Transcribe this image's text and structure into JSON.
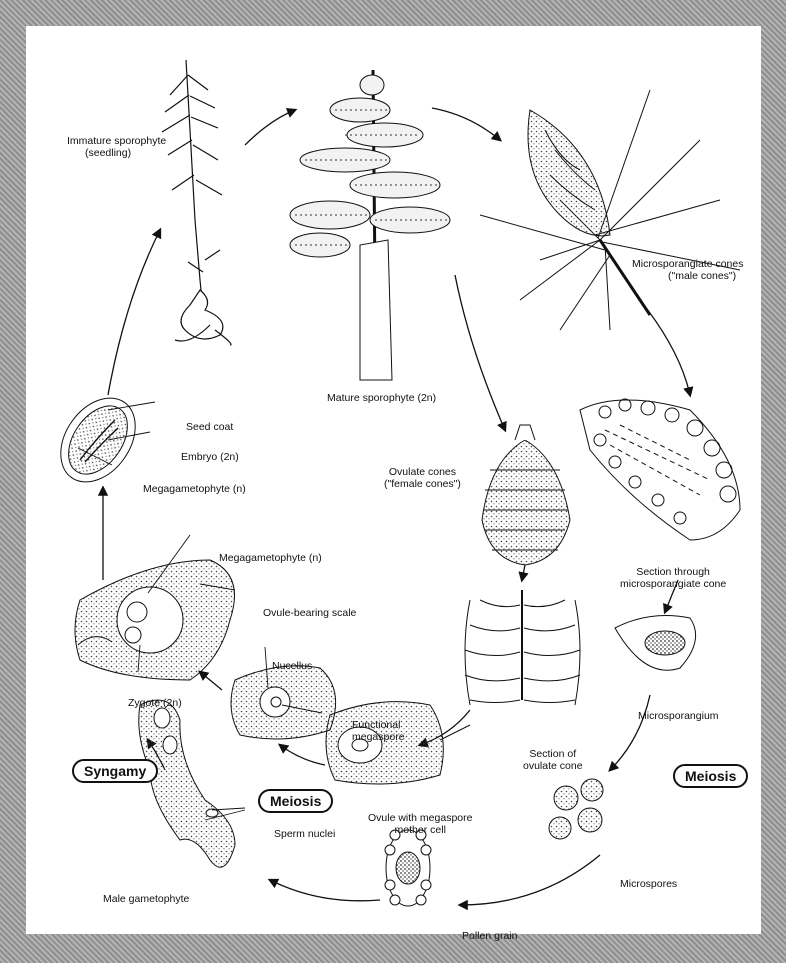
{
  "labels": {
    "immature_sporophyte": [
      "Immature sporophyte",
      "(seedling)"
    ],
    "mature_sporophyte": "Mature sporophyte (2n)",
    "microsporangiate_cones": [
      "Microsporangiate cones",
      "(\"male cones\")"
    ],
    "ovulate_cones": [
      "Ovulate cones",
      "(\"female cones\")"
    ],
    "section_microsporangiate": [
      "Section through",
      "microsporangiate cone"
    ],
    "microsporangium": "Microsporangium",
    "microspores": "Microspores",
    "pollen_grain": "Pollen grain",
    "sperm_nuclei": "Sperm nuclei",
    "male_gametophyte": "Male gametophyte",
    "ovule_megaspore": [
      "Ovule with megaspore",
      "mother cell"
    ],
    "section_ovulate": [
      "Section of",
      "ovulate cone"
    ],
    "nucellus": "Nucellus",
    "functional_megaspore": [
      "Functional",
      "megaspore"
    ],
    "megagametophyte_top": "Megagametophyte (n)",
    "ovule_bearing_scale": "Ovule-bearing scale",
    "zygote": "Zygote (2n)",
    "seed_coat": "Seed coat",
    "embryo": "Embryo (2n)",
    "megagametophyte_seed": "Megagametophyte (n)"
  },
  "badges": {
    "syngamy": "Syngamy",
    "meiosis_left": "Meiosis",
    "meiosis_right": "Meiosis"
  },
  "colors": {
    "ink": "#111111",
    "stipple": "#444444",
    "paper": "#ffffff",
    "border": "#9a9a9a"
  }
}
